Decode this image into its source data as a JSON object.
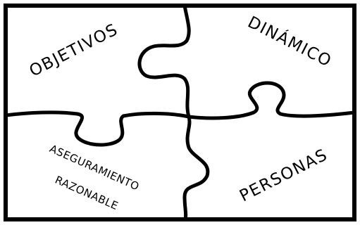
{
  "pieces": {
    "top_left": "OBJETIVOS",
    "top_right": "DINÁMICO",
    "bottom_left_line1": "ASEGURAMIENTO",
    "bottom_left_line2": "RAZONABLE",
    "bottom_right": "PERSONAS"
  },
  "colors": {
    "outline": "#000000",
    "background": "#ffffff"
  }
}
